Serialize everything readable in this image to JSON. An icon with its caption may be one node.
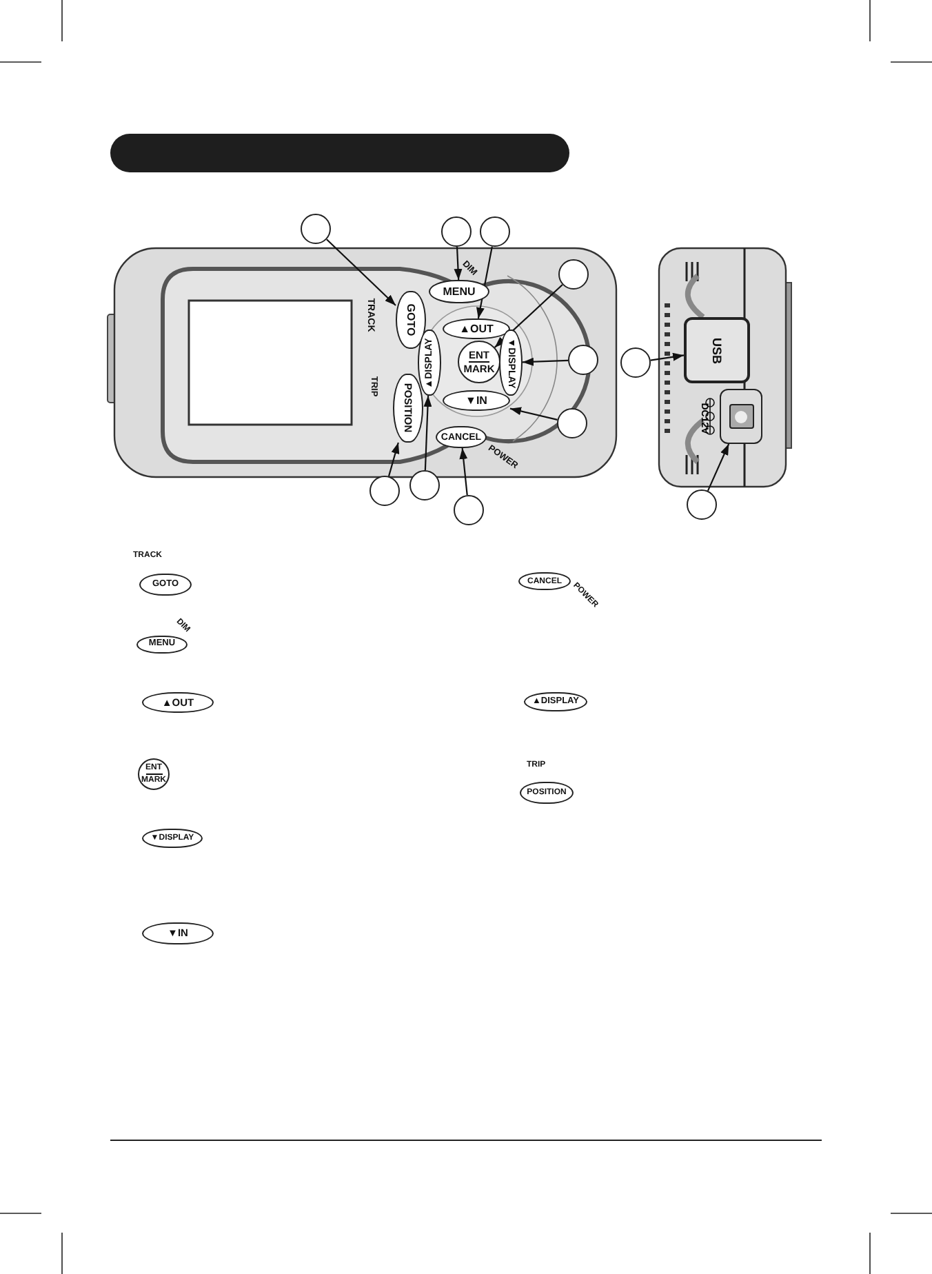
{
  "diagram": {
    "nodes": [
      {
        "text": [
          "GOTO"
        ],
        "beside": [
          "TRACK"
        ]
      },
      {
        "text": [
          "MENU"
        ],
        "beside": [
          "DIM"
        ]
      },
      {
        "text": [
          "▲OUT"
        ]
      },
      {
        "text": [
          "ENT",
          "MARK"
        ]
      },
      {
        "text": [
          "▼DISPLAY"
        ]
      },
      {
        "text": [
          "▲DISPLAY"
        ]
      },
      {
        "text": [
          "▼IN"
        ]
      },
      {
        "text": [
          "POSITION"
        ],
        "beside": [
          "TRIP"
        ]
      },
      {
        "text": [
          "CANCEL"
        ],
        "beside": [
          "POWER"
        ]
      },
      {
        "text": [
          "USB"
        ]
      },
      {
        "text": [],
        "shape": "box"
      },
      {
        "text": [],
        "shape": "circle"
      },
      {
        "text": [],
        "shape": "circle"
      },
      {
        "text": [],
        "shape": "circle"
      },
      {
        "text": [],
        "shape": "circle"
      },
      {
        "text": [],
        "shape": "circle"
      },
      {
        "text": [],
        "shape": "circle"
      },
      {
        "text": [],
        "shape": "circle"
      },
      {
        "text": [],
        "shape": "circle"
      },
      {
        "text": [],
        "shape": "circle"
      },
      {
        "text": [],
        "shape": "circle"
      },
      {
        "text": [],
        "shape": "circle"
      },
      {
        "text": [
          "GOTO"
        ],
        "beside": [
          "TRACK"
        ]
      },
      {
        "text": [
          "CANCEL"
        ],
        "beside": [
          "POWER"
        ]
      },
      {
        "text": [
          "MENU"
        ],
        "beside": [
          "DIM"
        ]
      },
      {
        "text": [
          "▲OUT"
        ]
      },
      {
        "text": [
          "▲DISPLAY"
        ]
      },
      {
        "text": [
          "ENT",
          "MARK"
        ]
      },
      {
        "text": [
          "POSITION"
        ],
        "beside": [
          "TRIP"
        ]
      },
      {
        "text": [
          "▼DISPLAY"
        ]
      },
      {
        "text": [
          "▼IN"
        ]
      }
    ],
    "edges": [
      {
        "from": 11,
        "to": 0,
        "arrow": "to"
      },
      {
        "from": 12,
        "to": 1,
        "arrow": "to"
      },
      {
        "from": 13,
        "to": 2,
        "arrow": "to"
      },
      {
        "from": 14,
        "to": 3,
        "arrow": "to"
      },
      {
        "from": 15,
        "to": 4,
        "arrow": "to"
      },
      {
        "from": 16,
        "to": 6,
        "arrow": "to"
      },
      {
        "from": 17,
        "to": 7,
        "arrow": "to"
      },
      {
        "from": 18,
        "to": 5,
        "arrow": "to"
      },
      {
        "from": 19,
        "to": 8,
        "arrow": "to"
      },
      {
        "from": 20,
        "to": 9,
        "arrow": "to"
      },
      {
        "from": 21,
        "to": 10,
        "arrow": "to"
      }
    ],
    "labels": [
      "DC12V"
    ]
  }
}
